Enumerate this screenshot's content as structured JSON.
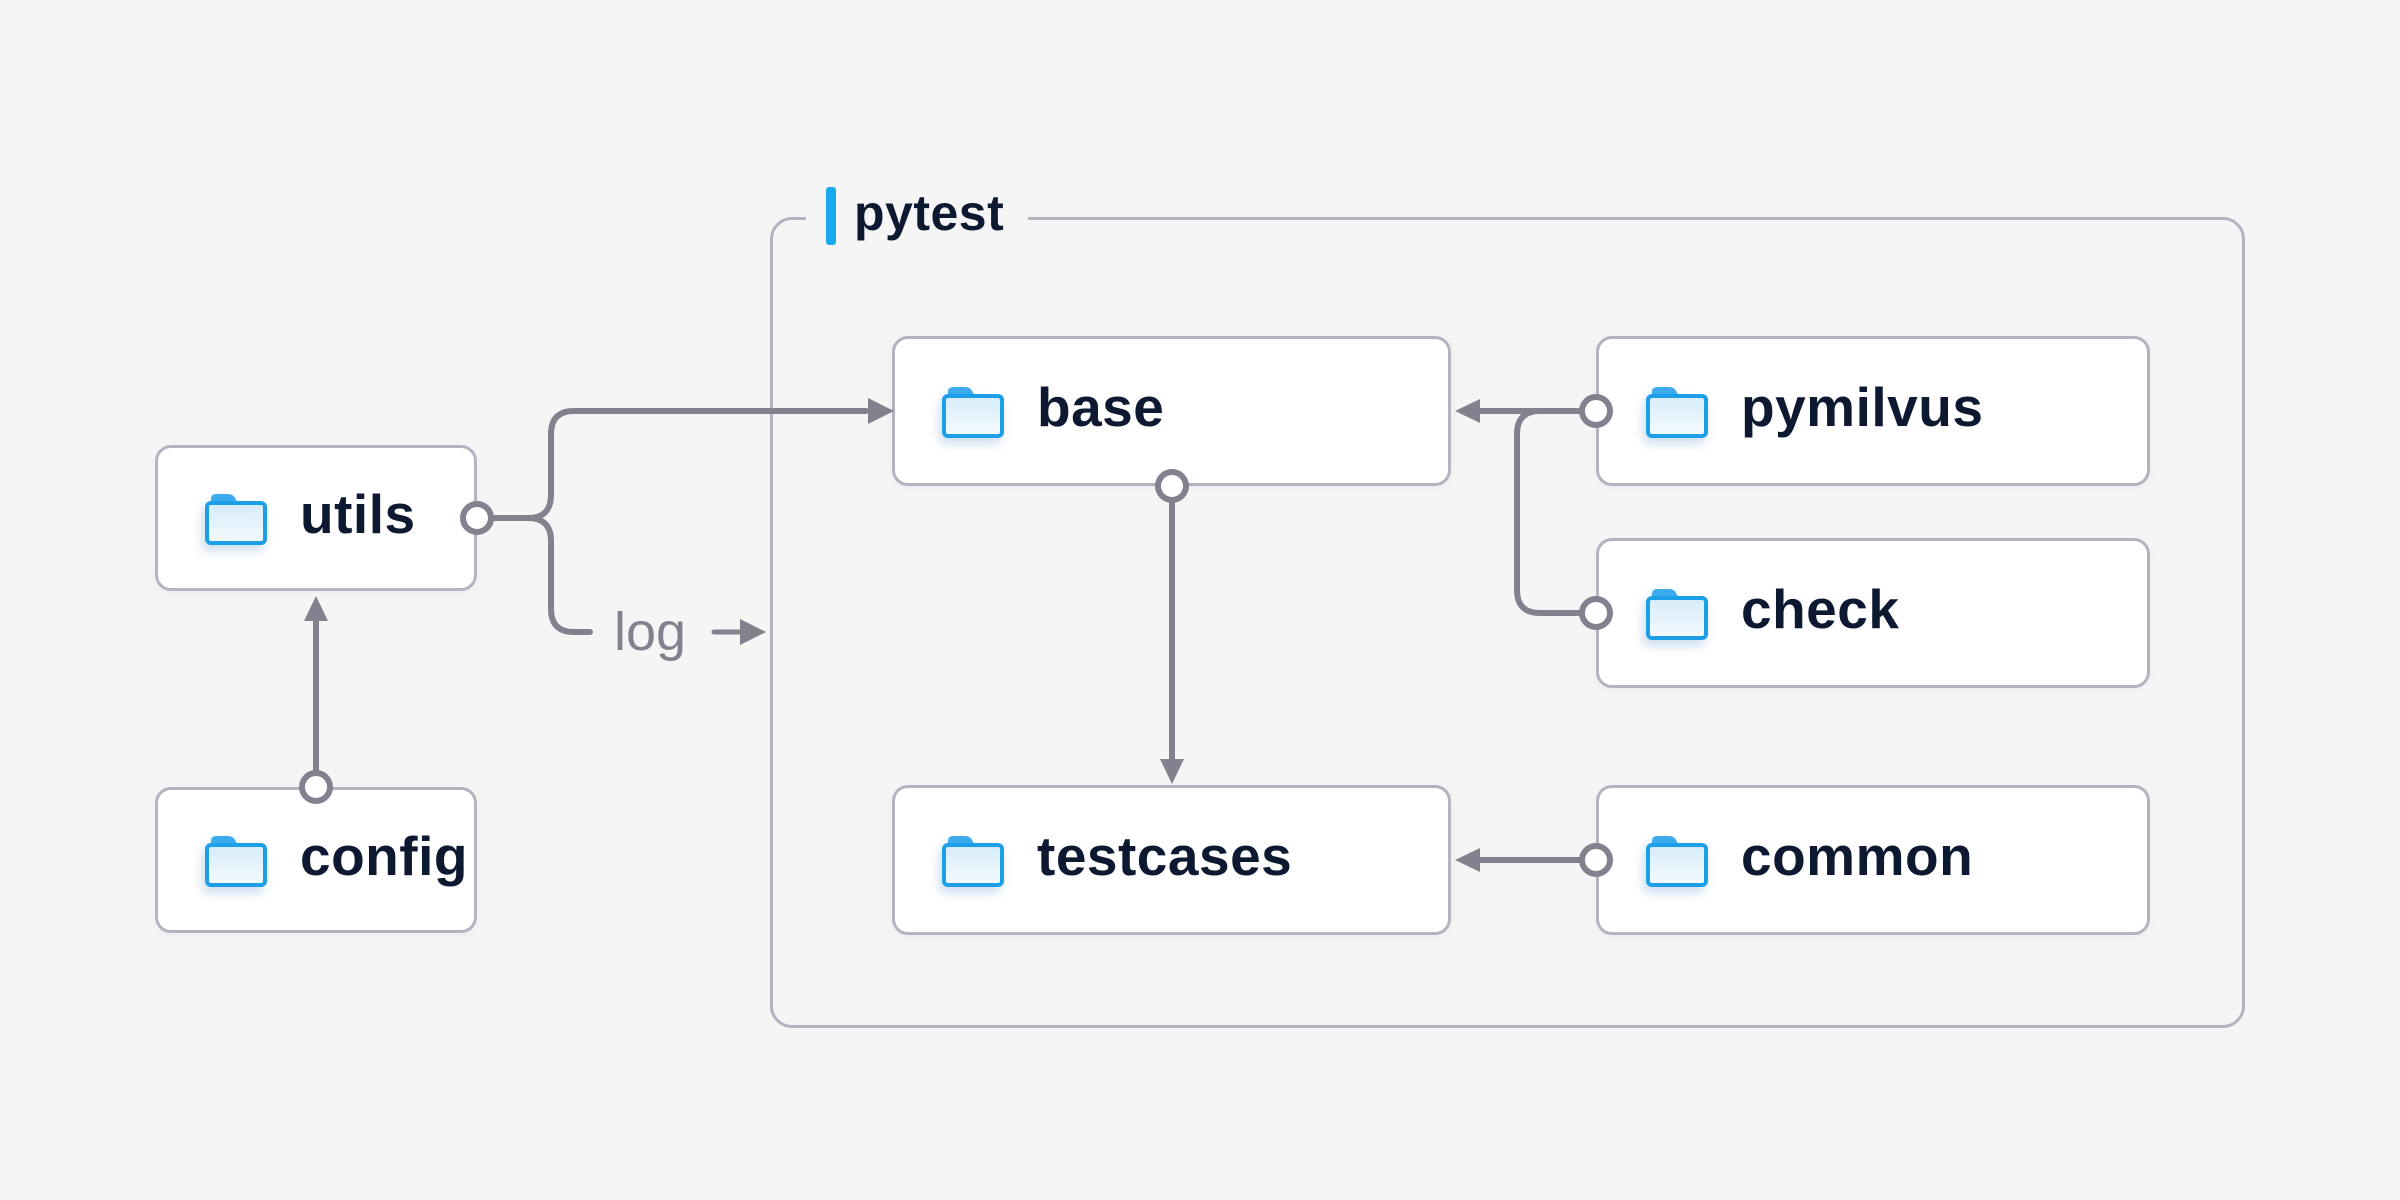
{
  "diagram_title": "pytest project folder-dependency diagram",
  "colors": {
    "background": "#f5f5f6",
    "node_fill": "#ffffff",
    "node_border": "#b5b3bf",
    "container_border": "#b5b3bf",
    "connector_gray": "#83818e",
    "accent_blue": "#18a9ee",
    "folder_blue": "#1d9fe8",
    "text_navy": "#0d1930"
  },
  "container": {
    "label": "pytest"
  },
  "nodes": {
    "utils": {
      "label": "utils",
      "icon": "folder-icon",
      "inside_pytest": false
    },
    "config": {
      "label": "config",
      "icon": "folder-icon",
      "inside_pytest": false
    },
    "base": {
      "label": "base",
      "icon": "folder-icon",
      "inside_pytest": true
    },
    "pymilvus": {
      "label": "pymilvus",
      "icon": "folder-icon",
      "inside_pytest": true
    },
    "check": {
      "label": "check",
      "icon": "folder-icon",
      "inside_pytest": true
    },
    "testcases": {
      "label": "testcases",
      "icon": "folder-icon",
      "inside_pytest": true
    },
    "common": {
      "label": "common",
      "icon": "folder-icon",
      "inside_pytest": true
    }
  },
  "edge_labels": {
    "log": "log"
  },
  "edges": [
    {
      "from": "utils",
      "to": "base",
      "arrow_into": "base",
      "label": ""
    },
    {
      "from": "utils",
      "to": "pytest-container",
      "arrow_into": "pytest-container",
      "label": "log"
    },
    {
      "from": "config",
      "to": "utils",
      "arrow_into": "utils",
      "label": ""
    },
    {
      "from": "base",
      "to": "testcases",
      "arrow_into": "testcases",
      "label": ""
    },
    {
      "from": "pymilvus",
      "to": "base",
      "arrow_into": "base",
      "label": ""
    },
    {
      "from": "check",
      "to": "base",
      "arrow_into": "base",
      "label": ""
    },
    {
      "from": "common",
      "to": "testcases",
      "arrow_into": "testcases",
      "label": ""
    }
  ]
}
